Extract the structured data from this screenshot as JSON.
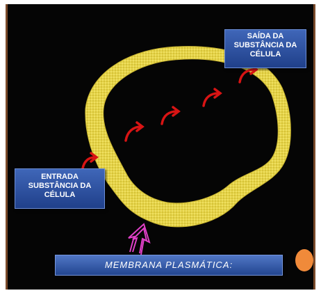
{
  "labels": {
    "saida": {
      "line1": "SAÍDA DA",
      "line2": "SUBSTÂNCIA DA",
      "line3": "CÉLULA"
    },
    "entrada": {
      "line1": "ENTRADA",
      "line2": "SUBSTÂNCIA DA",
      "line3": "CÉLULA"
    },
    "title": "MEMBRANA PLASMÁTICA:"
  },
  "colors": {
    "background": "#050505",
    "membrane": "#e9d84a",
    "arrow_red": "#d81414",
    "pointer_arrow": "#e040c8",
    "label_blue": "#2f55a8",
    "dot_orange": "#f08a3a"
  },
  "icons": {
    "transport_arrows": "red-curved-arrow-icon",
    "pointer": "magenta-arrow-icon"
  }
}
